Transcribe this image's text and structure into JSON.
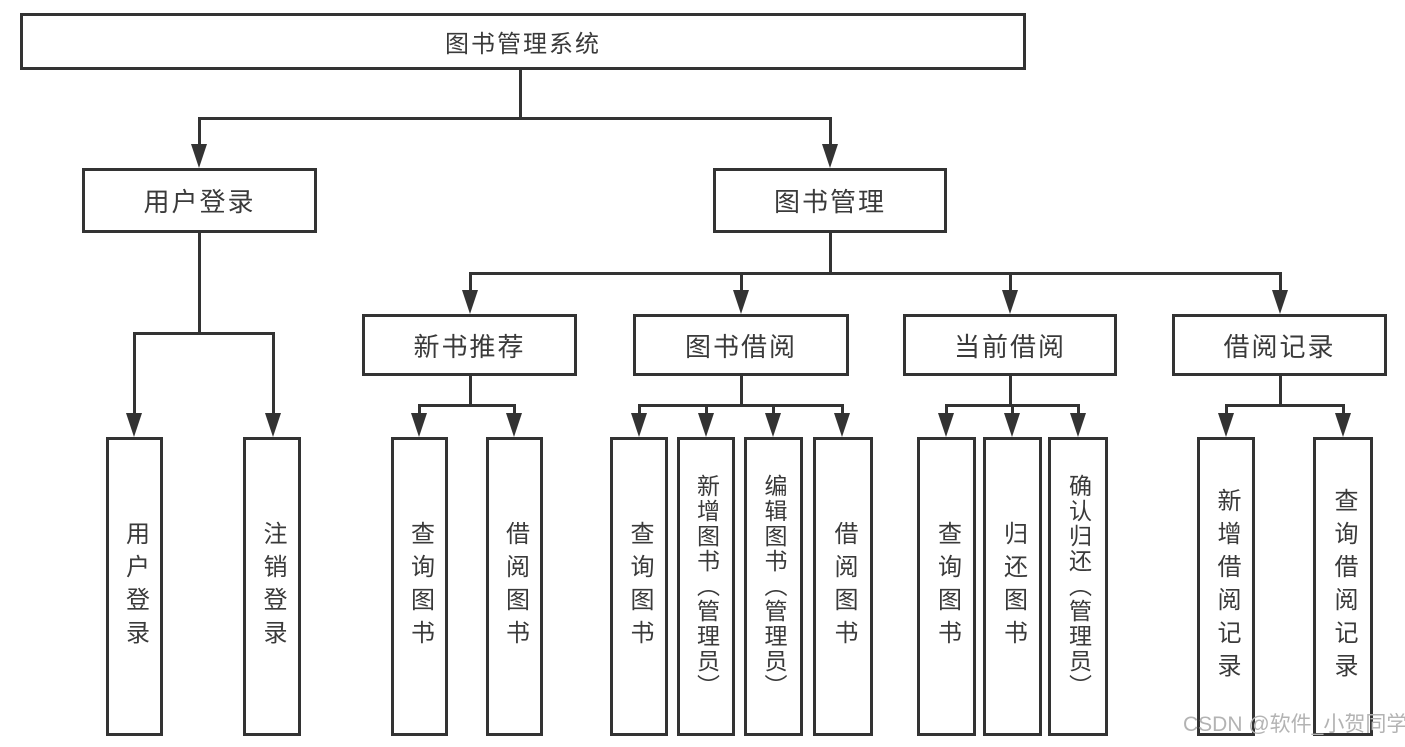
{
  "diagram": {
    "root": {
      "label": "图书管理系统"
    },
    "level2": [
      {
        "label": "用户登录"
      },
      {
        "label": "图书管理"
      }
    ],
    "level3": [
      {
        "label": "新书推荐"
      },
      {
        "label": "图书借阅"
      },
      {
        "label": "当前借阅"
      },
      {
        "label": "借阅记录"
      }
    ],
    "leaves": {
      "user_login": [
        {
          "label": "用户登录"
        },
        {
          "label": "注销登录"
        }
      ],
      "new_recommend": [
        {
          "label": "查询图书"
        },
        {
          "label": "借阅图书"
        }
      ],
      "book_borrow": [
        {
          "label": "查询图书"
        },
        {
          "label": "新增图书（管理员）"
        },
        {
          "label": "编辑图书（管理员）"
        },
        {
          "label": "借阅图书"
        }
      ],
      "current_borrow": [
        {
          "label": "查询图书"
        },
        {
          "label": "归还图书"
        },
        {
          "label": "确认归还（管理员）"
        }
      ],
      "borrow_record": [
        {
          "label": "新增借阅记录"
        },
        {
          "label": "查询借阅记录"
        }
      ]
    }
  },
  "watermark": {
    "text": "CSDN @软件_小贺同学"
  },
  "colors": {
    "line": "#333333",
    "text": "#3a3a3a",
    "background": "#ffffff",
    "watermark": "#b3b3b3"
  }
}
